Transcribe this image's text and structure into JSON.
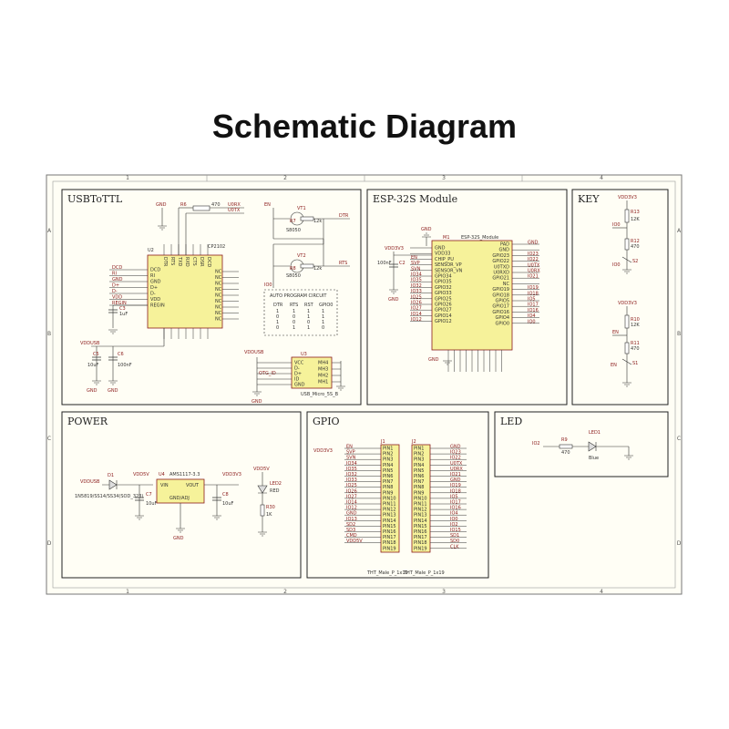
{
  "title": "Schematic Diagram",
  "frame": {
    "columns": [
      "1",
      "2",
      "3",
      "4"
    ],
    "rows": [
      "A",
      "B",
      "C",
      "D"
    ]
  },
  "panels": {
    "usb": {
      "title": "USBToTTL",
      "chip_ref": "U2",
      "chip_name": "CP2102",
      "res_ref": "R6",
      "res_val": "470",
      "usb_rx": "U0RX",
      "usb_tx": "U0TX",
      "nets_left": [
        "DCD",
        "RI",
        "GND",
        "D+",
        "D-",
        "VDD",
        "REGIN"
      ],
      "pins_right": [
        "NC",
        "NC",
        "NC",
        "NC",
        "NC",
        "NC",
        "NC",
        "NC",
        "NC"
      ],
      "top_pins": [
        "DTR",
        "RTS",
        "TXD",
        "RXD",
        "CTS",
        "DSR",
        "DCD"
      ],
      "caps": [
        "C3",
        "1uF",
        "C5",
        "10uF",
        "C6",
        "100nF"
      ],
      "vdd_usb": "VDDUSB",
      "gnd": "GND",
      "transistors": {
        "vt1": "VT1",
        "vt2": "VT2",
        "r7": "R7",
        "r8": "R8",
        "r_val": "12k",
        "model": "S8050",
        "en": "EN",
        "io0": "IO0",
        "dtr": "DTR",
        "rts": "RTS"
      },
      "auto_table": {
        "title": "AUTO PROGRAM CIRCUIT",
        "header": [
          "DTR",
          "RTS",
          "RST",
          "GPIO0"
        ],
        "rows": [
          [
            "1",
            "1",
            "1",
            "1"
          ],
          [
            "0",
            "0",
            "1",
            "1"
          ],
          [
            "1",
            "0",
            "0",
            "1"
          ],
          [
            "0",
            "1",
            "1",
            "0"
          ]
        ]
      },
      "usb_conn": {
        "ref": "U3",
        "name": "USB_Micro_5S_B",
        "pins": [
          "VCC",
          "D-",
          "D+",
          "ID",
          "GND"
        ],
        "mh": [
          "MH4",
          "MH3",
          "MH2",
          "MH1"
        ],
        "otg": "OTG_ID"
      }
    },
    "esp": {
      "title": "ESP-32S Module",
      "ref": "M1",
      "name": "ESP-32S_Module",
      "vdd": "VDD3V3",
      "cap": "C2",
      "cap_val": "100nF",
      "left_pins": [
        "GND",
        "VDD33",
        "CHIP_PU",
        "SENSOR_VP",
        "SENSOR_VN",
        "GPIO34",
        "GPIO35",
        "GPIO32",
        "GPIO33",
        "GPIO25",
        "GPIO26",
        "GPIO27",
        "GPIO14",
        "GPIO12"
      ],
      "left_nets": [
        "",
        "",
        "EN",
        "SVP",
        "SVN",
        "IO34",
        "IO35",
        "IO32",
        "IO33",
        "IO25",
        "IO26",
        "IO27",
        "IO14",
        "IO12"
      ],
      "right_pins": [
        "PAD",
        "GND",
        "GPIO23",
        "GPIO22",
        "U0TXD",
        "U0RXD",
        "GPIO21",
        "NC",
        "GPIO19",
        "GPIO18",
        "GPIO5",
        "GPIO17",
        "GPIO16",
        "GPIO4",
        "GPIO0"
      ],
      "right_nets": [
        "GND",
        "",
        "IO23",
        "IO22",
        "U0TX",
        "U0RX",
        "IO21",
        "",
        "IO19",
        "IO18",
        "IO5",
        "IO17",
        "IO16",
        "IO4",
        "IO0"
      ]
    },
    "key": {
      "title": "KEY",
      "vdd": "VDD3V3",
      "r13": "R13",
      "r13v": "12K",
      "r12": "R12",
      "r12v": "470",
      "s2": "S2",
      "r10": "R10",
      "r10v": "12K",
      "r11": "R11",
      "r11v": "470",
      "s1": "S1",
      "io0": "IO0",
      "en": "EN"
    },
    "power": {
      "title": "POWER",
      "d1": "D1",
      "d1_name": "1N5819/SS14/SS34(SOD_323)",
      "vddusb": "VDDUSB",
      "vdd5v": "VDD5V",
      "vdd3v3": "VDD3V3",
      "reg_ref": "U4",
      "reg_name": "AMS1117-3.3",
      "vin": "VIN",
      "vout": "VOUT",
      "gnd_adj": "GND/ADJ",
      "c7": "C7",
      "c7v": "10uF",
      "c8": "C8",
      "c8v": "10uF",
      "led": "LED2",
      "led_color": "RED",
      "r30": "R30",
      "r30v": "1K"
    },
    "gpio": {
      "title": "GPIO",
      "vdd": "VDD3V3",
      "j1": "J1",
      "j2": "J2",
      "left_nets": [
        "EN",
        "SVP",
        "SVN",
        "IO34",
        "IO35",
        "IO32",
        "IO33",
        "IO25",
        "IO26",
        "IO27",
        "IO14",
        "IO12",
        "GND",
        "IO13",
        "SD2",
        "SD3",
        "CMD",
        "VDD5V"
      ],
      "right_nets": [
        "GND",
        "IO23",
        "IO22",
        "U0TX",
        "U0RX",
        "IO21",
        "GND",
        "IO19",
        "IO18",
        "IO5",
        "IO17",
        "IO16",
        "IO4",
        "IO0",
        "IO2",
        "IO15",
        "SD1",
        "SD0",
        "CLK"
      ],
      "pins": [
        "PIN1",
        "PIN2",
        "PIN3",
        "PIN4",
        "PIN5",
        "PIN6",
        "PIN7",
        "PIN8",
        "PIN9",
        "PIN10",
        "PIN11",
        "PIN12",
        "PIN13",
        "PIN14",
        "PIN15",
        "PIN16",
        "PIN17",
        "PIN18",
        "PIN19"
      ],
      "j1_name": "THT_Male_P_1x19",
      "j2_name": "THT_Male_P_1x19"
    },
    "led": {
      "title": "LED",
      "io2": "IO2",
      "r9": "R9",
      "r9v": "470",
      "led": "LED1",
      "color": "Blue"
    }
  }
}
